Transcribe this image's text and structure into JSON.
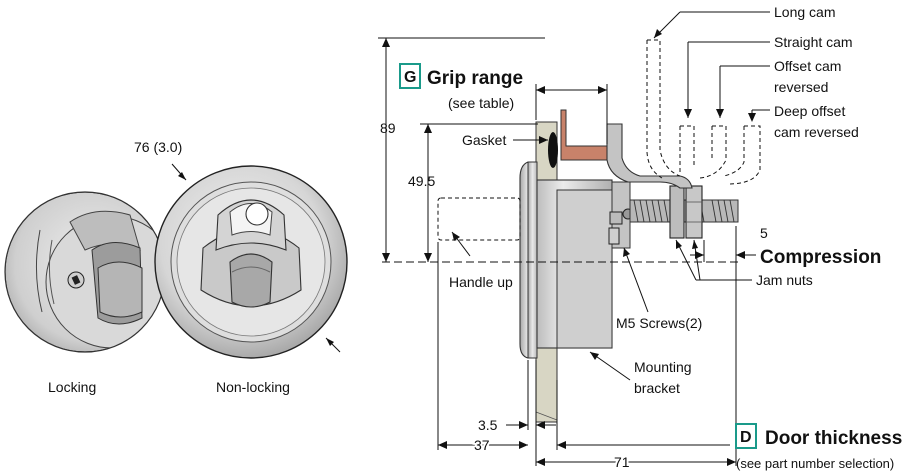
{
  "views": {
    "locking_label": "Locking",
    "nonlocking_label": "Non-locking",
    "diameter_label": "76 (3.0)"
  },
  "dimensions": {
    "overall_height": "89",
    "mid_height": "49.5",
    "compression_value": "5",
    "flange_thickness": "3.5",
    "handle_projection": "37",
    "body_depth": "71"
  },
  "labels": {
    "grip_range_letter": "G",
    "grip_range_title": "Grip range",
    "grip_range_note": "(see table)",
    "gasket": "Gasket",
    "handle_up": "Handle up",
    "m5_screws": "M5 Screws(2)",
    "mounting_bracket_line1": "Mounting",
    "mounting_bracket_line2": "bracket",
    "jam_nuts": "Jam nuts",
    "compression": "Compression",
    "door_letter": "D",
    "door_thickness_title": "Door thickness",
    "door_thickness_note": "(see part number selection)"
  },
  "cam_types": {
    "long_cam": "Long cam",
    "straight_cam": "Straight cam",
    "offset_cam_line1": "Offset cam",
    "offset_cam_line2": "reversed",
    "deep_offset_line1": "Deep offset",
    "deep_offset_line2": "cam reversed"
  },
  "colors": {
    "badge_border": "#1a9a8a",
    "metal_light": "#e4e4e4",
    "metal_mid": "#c8c8c8",
    "metal_dark": "#9a9a9a",
    "copper": "#c8826a",
    "door_panel": "#d8d6c4",
    "gasket": "#111111"
  }
}
